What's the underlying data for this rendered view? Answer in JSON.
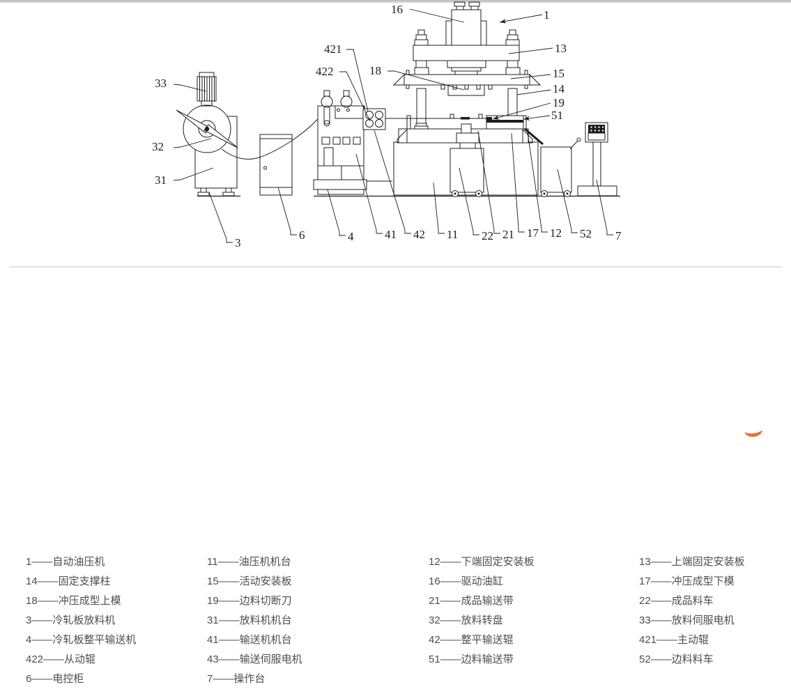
{
  "diagram": {
    "callouts": {
      "c1": "1",
      "c3": "3",
      "c4": "4",
      "c6": "6",
      "c7": "7",
      "c11": "11",
      "c12": "12",
      "c13": "13",
      "c14": "14",
      "c15": "15",
      "c16": "16",
      "c17": "17",
      "c18": "18",
      "c19": "19",
      "c21": "21",
      "c22": "22",
      "c31": "31",
      "c32": "32",
      "c33": "33",
      "c41": "41",
      "c42": "42",
      "c51": "51",
      "c52": "52",
      "c421": "421",
      "c422": "422"
    }
  },
  "legend": {
    "separator": "——",
    "columns": [
      [
        {
          "num": "1",
          "name": "自动油压机"
        },
        {
          "num": "14",
          "name": "固定支撑柱"
        },
        {
          "num": "18",
          "name": "冲压成型上模"
        },
        {
          "num": "3",
          "name": "冷轧板放料机"
        },
        {
          "num": "4",
          "name": "冷轧板整平输送机"
        },
        {
          "num": "422",
          "name": "从动辊"
        },
        {
          "num": "6",
          "name": "电控柜"
        }
      ],
      [
        {
          "num": "11",
          "name": "油压机机台"
        },
        {
          "num": "15",
          "name": "活动安装板"
        },
        {
          "num": "19",
          "name": "边料切断刀"
        },
        {
          "num": "31",
          "name": "放料机机台"
        },
        {
          "num": "41",
          "name": "输送机机台"
        },
        {
          "num": "43",
          "name": "输送伺服电机"
        },
        {
          "num": "7",
          "name": "操作台"
        }
      ],
      [
        {
          "num": "12",
          "name": "下端固定安装板"
        },
        {
          "num": "16",
          "name": "驱动油缸"
        },
        {
          "num": "21",
          "name": "成品输送带"
        },
        {
          "num": "32",
          "name": "放料转盘"
        },
        {
          "num": "42",
          "name": "整平输送辊"
        },
        {
          "num": "51",
          "name": "边料输送带"
        }
      ],
      [
        {
          "num": "13",
          "name": "上端固定安装板"
        },
        {
          "num": "17",
          "name": "冲压成型下模"
        },
        {
          "num": "22",
          "name": "成品料车"
        },
        {
          "num": "33",
          "name": "放料伺服电机"
        },
        {
          "num": "421",
          "name": "主动辊"
        },
        {
          "num": "52",
          "name": "边料料车"
        }
      ]
    ]
  },
  "colors": {
    "line": "#1c1c1c",
    "legend_text": "#4d4d4d",
    "accent_orange": "#ed6c33"
  }
}
